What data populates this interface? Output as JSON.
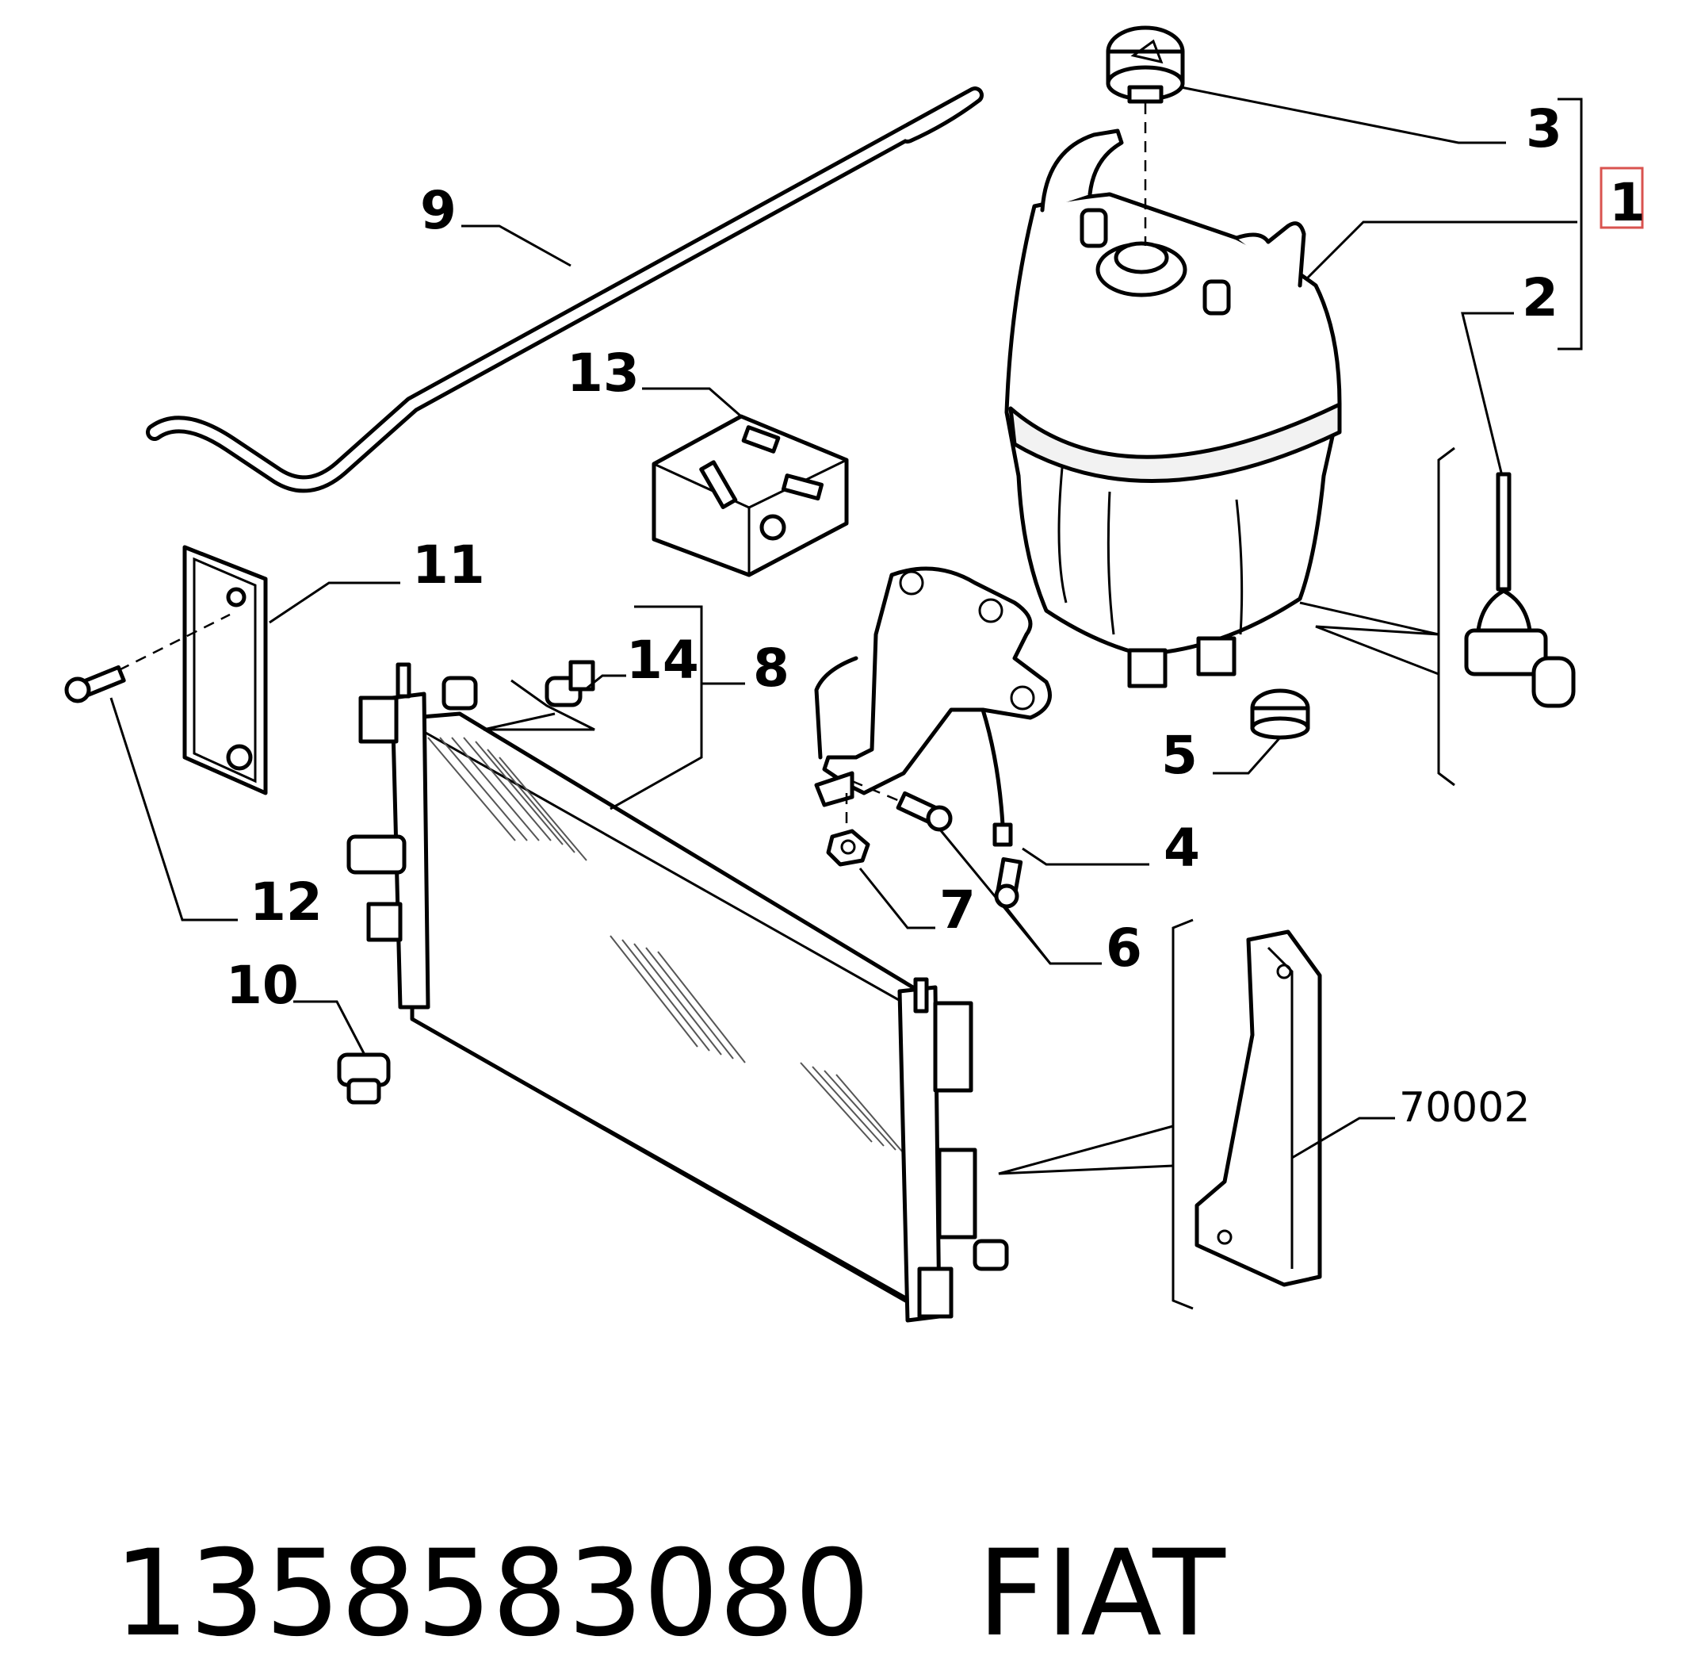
{
  "labels": {
    "l1": "1",
    "l2": "2",
    "l3": "3",
    "l4": "4",
    "l5": "5",
    "l6": "6",
    "l7": "7",
    "l8": "8",
    "l9": "9",
    "l10": "10",
    "l11": "11",
    "l12": "12",
    "l13": "13",
    "l14": "14",
    "ref": "70002"
  },
  "footer": {
    "part_number": "1358583080",
    "brand": "FIAT"
  },
  "colors": {
    "highlight_box": "#d9534f",
    "ink": "#000000"
  }
}
